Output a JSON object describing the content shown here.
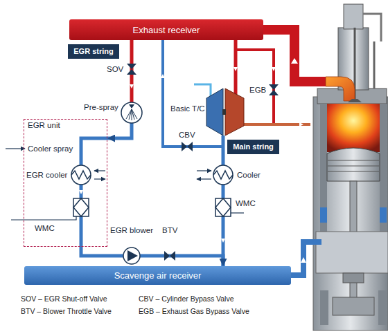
{
  "diagram": {
    "nodes": [
      {
        "text": [
          "Exhaust receiver"
        ]
      },
      {
        "text": [
          "EGR string"
        ]
      },
      {
        "text": [
          "EGR unit"
        ]
      },
      {
        "text": [
          "Main string"
        ]
      },
      {
        "text": [
          "Scavenge air receiver"
        ]
      }
    ],
    "edges": [
      {
        "from": 0,
        "to": 2,
        "arrow": "to"
      },
      {
        "from": 2,
        "to": 4,
        "arrow": "to"
      }
    ],
    "labels": [
      "SOV",
      "EGB",
      "Basic T/C",
      "Pre-spray",
      "CBV",
      "Cooler spray",
      "EGR cooler",
      "Cooler",
      "WMC",
      "WMC",
      "EGR blower",
      "BTV",
      "SOV – EGR Shut-off Valve",
      "CBV – Cylinder Bypass Valve",
      "BTV – Blower Throttle Valve",
      "EGB – Exhaust Gas Bypass Valve"
    ]
  }
}
